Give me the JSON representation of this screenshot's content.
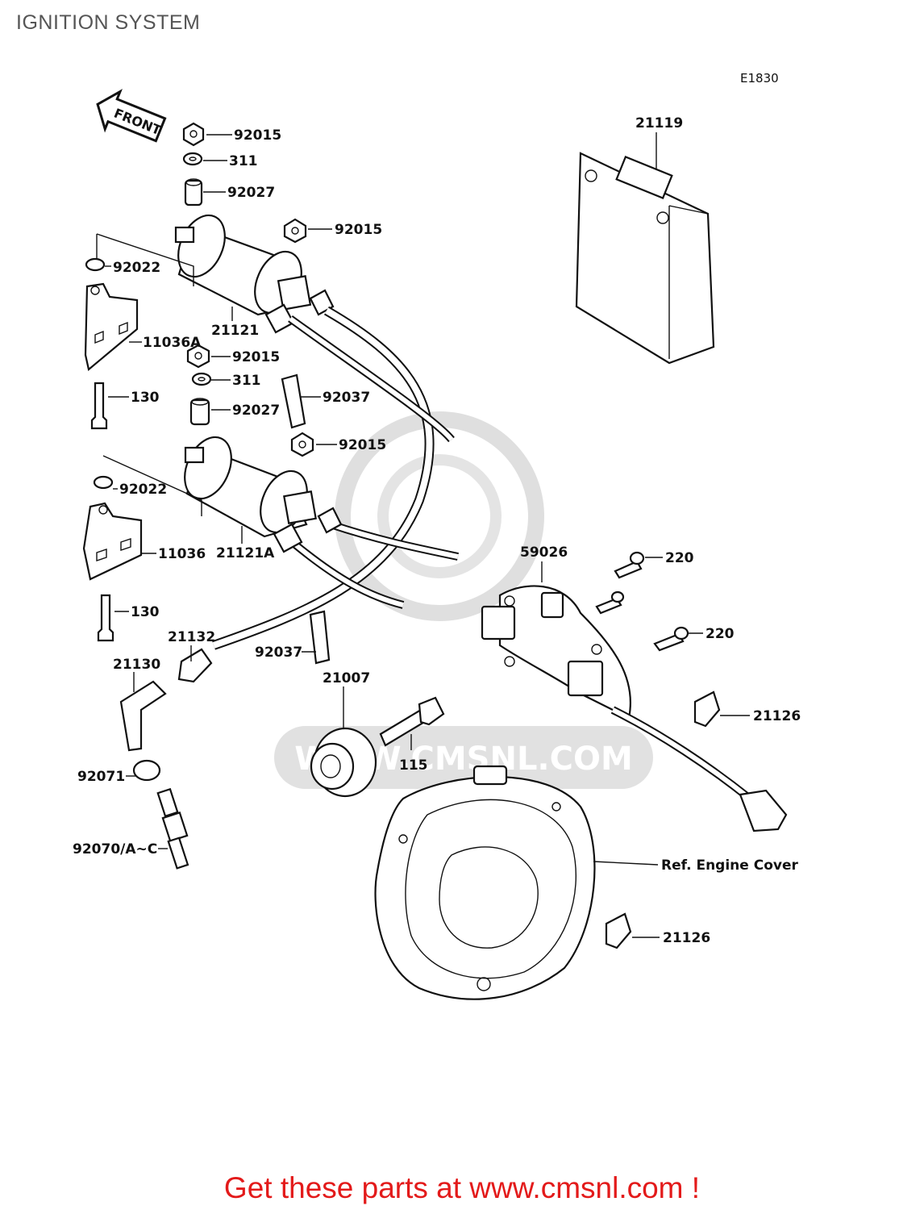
{
  "page_title": "IGNITION SYSTEM",
  "figure_code": "E1830",
  "front_arrow_label": "FRONT",
  "watermark": "WWW.CMSNL.COM",
  "part_labels": [
    "92015",
    "311",
    "92027",
    "92015",
    "92022",
    "21121",
    "11036A",
    "92015",
    "311",
    "92027",
    "130",
    "92037",
    "92015",
    "92022",
    "11036",
    "21121A",
    "130",
    "21132",
    "21130",
    "92037",
    "21007",
    "115",
    "92071",
    "92070/A∼C",
    "21119",
    "59026",
    "220",
    "220",
    "21126",
    "Ref. Engine Cover",
    "21126"
  ],
  "footer_cta": "Get these parts at www.cmsnl.com !",
  "colors": {
    "cta": "#e31a1a",
    "title": "#555555",
    "ink": "#111111",
    "watermark": "#d8d8d8"
  }
}
